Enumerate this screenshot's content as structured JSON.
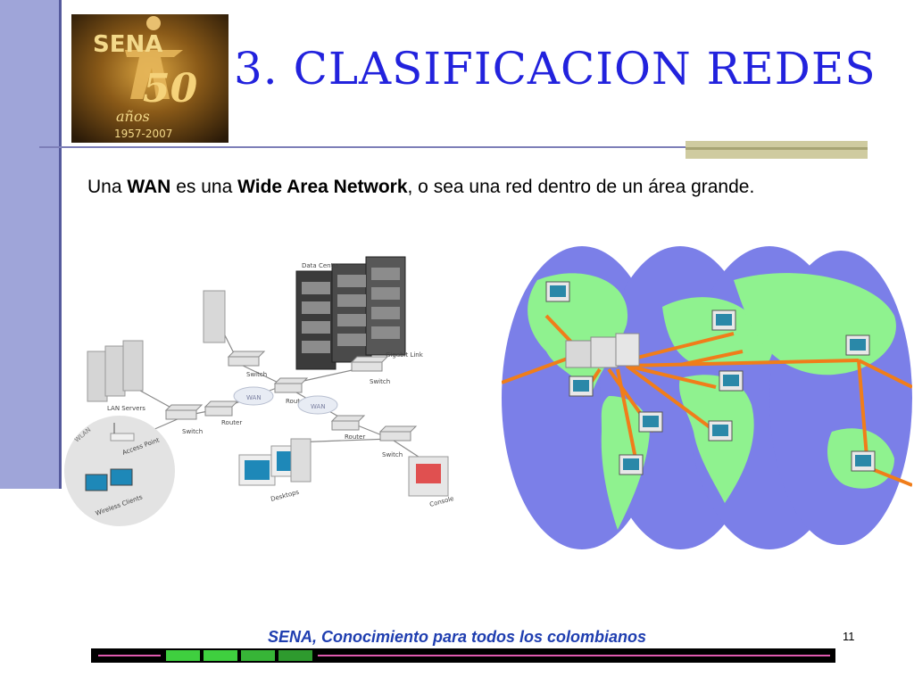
{
  "slide": {
    "title": "3. CLASIFICACION REDES",
    "body": {
      "part1": "Una ",
      "bold1": "WAN",
      "part2": " es una ",
      "bold2": "Wide Area Network",
      "part3": ",   o sea una red dentro de un área grande."
    }
  },
  "logo": {
    "brand": "SENA",
    "years": "50",
    "word": "años",
    "range": "1957-2007"
  },
  "diagram": {
    "data_center": "Data Center",
    "gigabit_link": "Gigabit Link",
    "switch": "Switch",
    "router": "Router",
    "wan": "WAN",
    "lan_servers": "LAN Servers",
    "wlan": "WLAN",
    "access_point": "Access Point",
    "wireless_clients": "Wireless Clients",
    "desktops": "Desktops",
    "console": "Console"
  },
  "footer": {
    "tagline": "SENA, Conocimiento para todos los colombianos",
    "page_number": "11"
  },
  "colors": {
    "title": "#2222dd",
    "sidebar": "#9fa5d9",
    "ocean": "#7b7fe8",
    "land": "#8ff28f",
    "link": "#f07d1a",
    "footer_text": "#1f3eb0"
  }
}
